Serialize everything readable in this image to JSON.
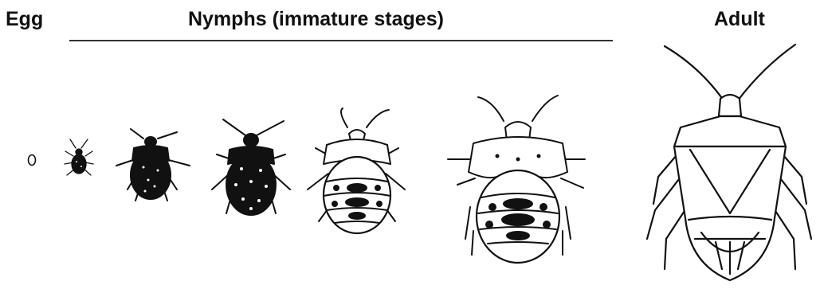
{
  "labels": {
    "egg": "Egg",
    "nymphs": "Nymphs (immature stages)",
    "adult": "Adult"
  },
  "stages": [
    {
      "name": "egg"
    },
    {
      "name": "nymph-instar-1"
    },
    {
      "name": "nymph-instar-2"
    },
    {
      "name": "nymph-instar-3"
    },
    {
      "name": "nymph-instar-4"
    },
    {
      "name": "nymph-instar-5"
    },
    {
      "name": "adult"
    }
  ]
}
